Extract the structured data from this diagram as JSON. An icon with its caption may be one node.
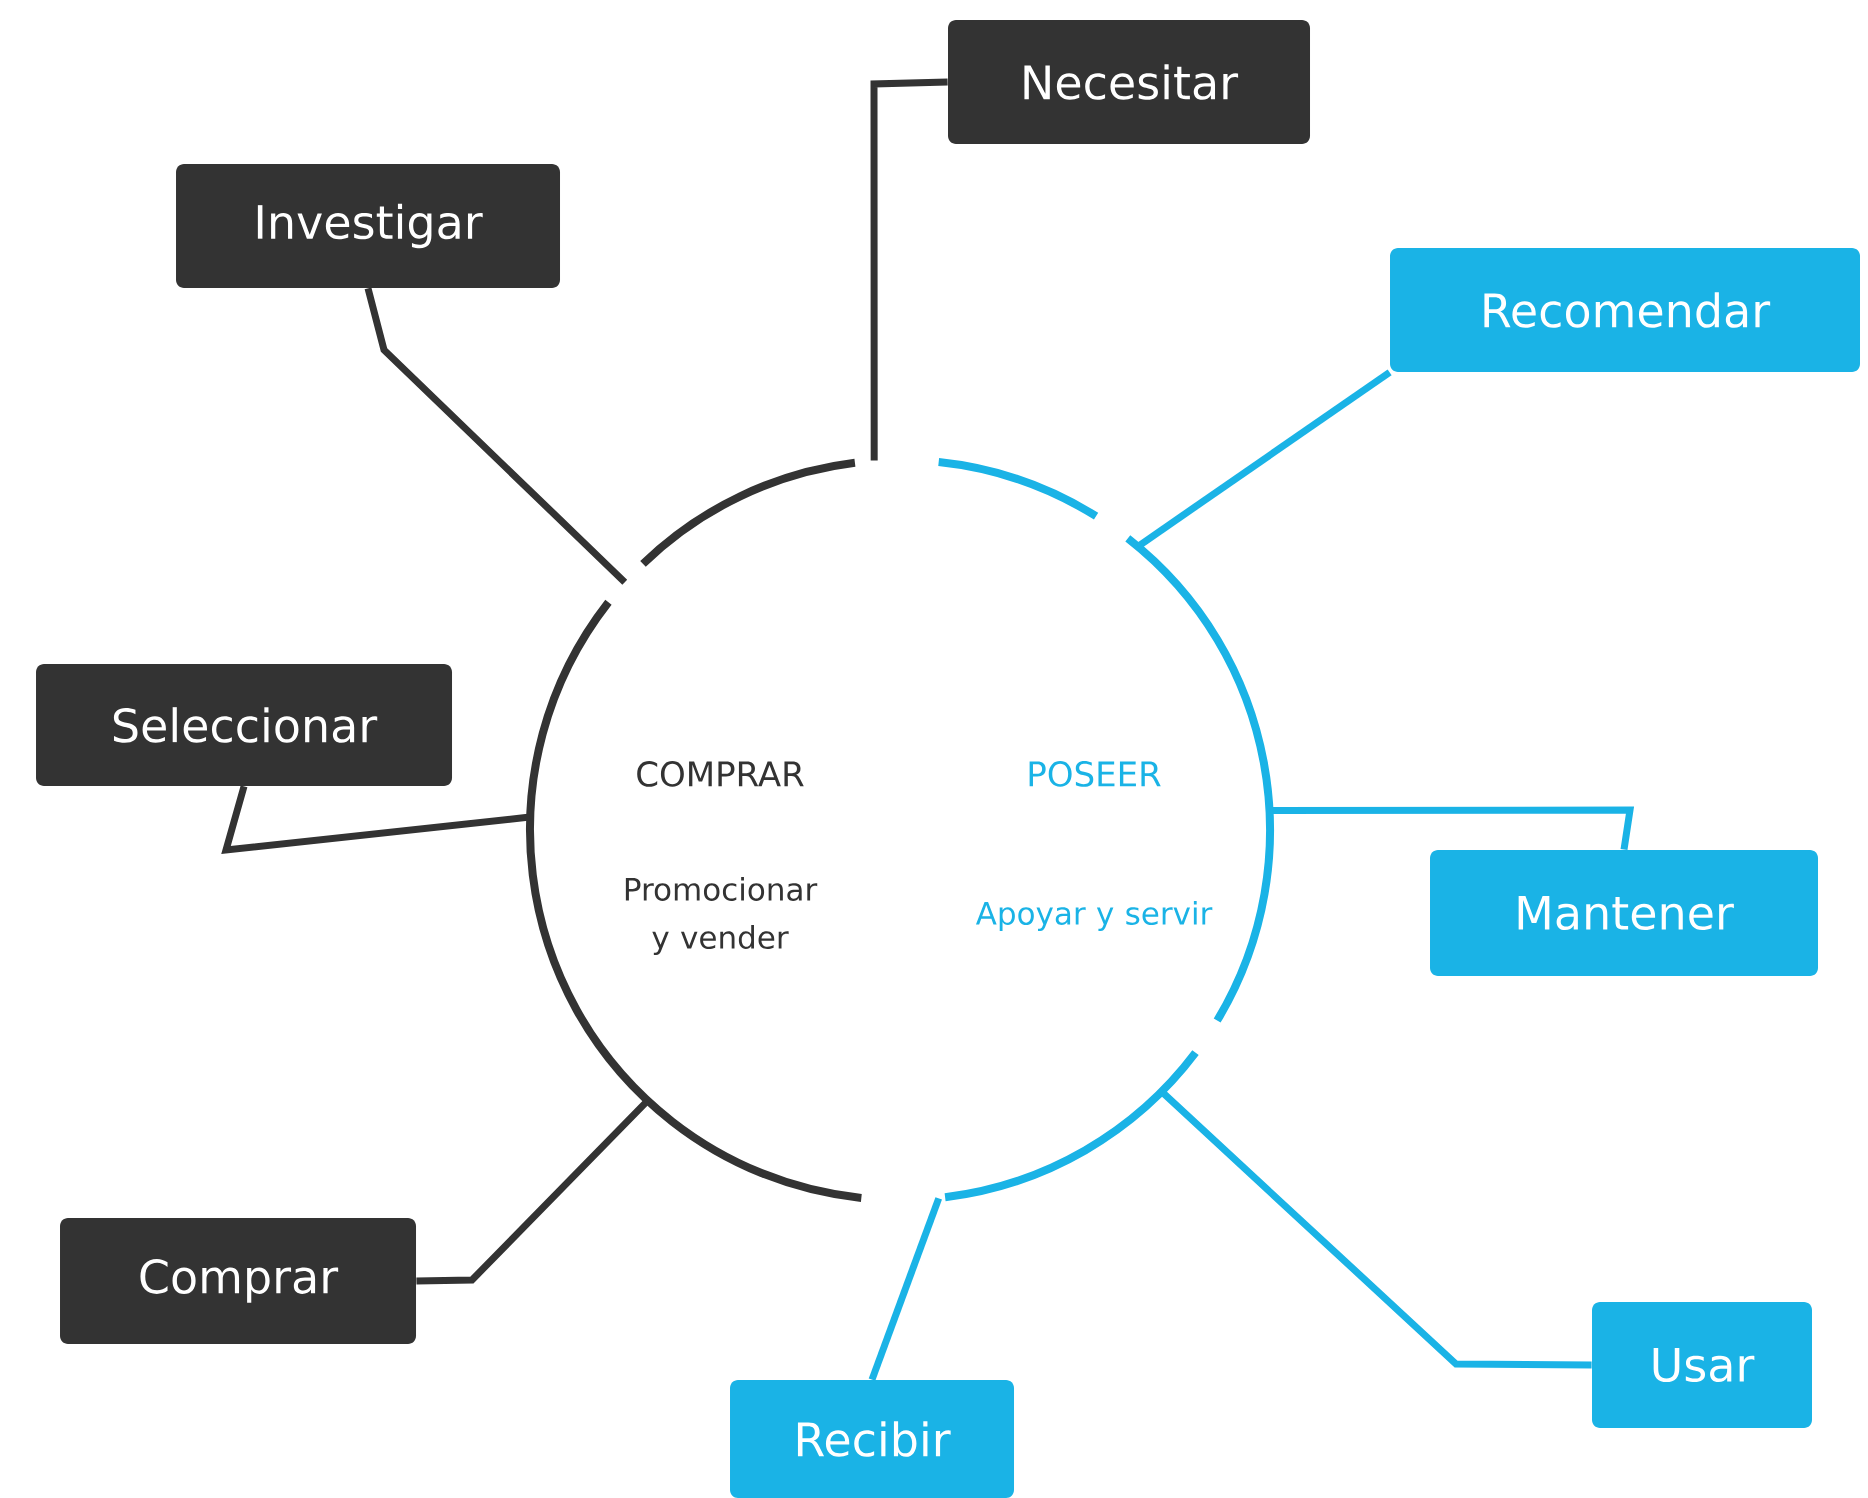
{
  "diagram": {
    "nodes": [
      {
        "text": [
          "COMPRAR",
          "Promocionar y vender",
          "POSEER",
          "Apoyar y servir"
        ]
      },
      {
        "text": [
          "Necesitar"
        ]
      },
      {
        "text": [
          "Investigar"
        ]
      },
      {
        "text": [
          "Recomendar"
        ]
      },
      {
        "text": [
          "Seleccionar"
        ]
      },
      {
        "text": [
          "Mantener"
        ]
      },
      {
        "text": [
          "Comprar"
        ]
      },
      {
        "text": [
          "Usar"
        ]
      },
      {
        "text": [
          "Recibir"
        ]
      }
    ],
    "edges": [
      {
        "from": 1,
        "to": 0,
        "arrow": "none"
      },
      {
        "from": 2,
        "to": 0,
        "arrow": "none"
      },
      {
        "from": 3,
        "to": 0,
        "arrow": "none",
        "color": "#1ab3e6"
      },
      {
        "from": 4,
        "to": 0,
        "arrow": "none"
      },
      {
        "from": 5,
        "to": 0,
        "arrow": "none",
        "color": "#1ab3e6"
      },
      {
        "from": 6,
        "to": 0,
        "arrow": "none"
      },
      {
        "from": 7,
        "to": 0,
        "arrow": "none",
        "color": "#1ab3e6"
      },
      {
        "from": 8,
        "to": 0,
        "arrow": "none",
        "color": "#1ab3e6"
      }
    ]
  }
}
